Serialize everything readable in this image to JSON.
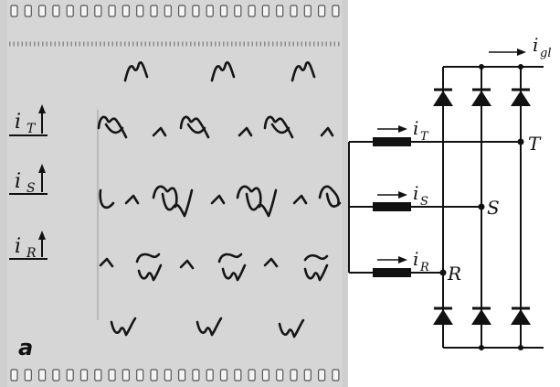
{
  "film": {
    "panel_label": "a",
    "traces": [
      {
        "main": "i",
        "sub": "T"
      },
      {
        "main": "i",
        "sub": "S"
      },
      {
        "main": "i",
        "sub": "R"
      }
    ]
  },
  "circuit": {
    "output_current": {
      "main": "i",
      "sub": "gl"
    },
    "phase_currents": [
      {
        "main": "i",
        "sub": "T"
      },
      {
        "main": "i",
        "sub": "S"
      },
      {
        "main": "i",
        "sub": "R"
      }
    ],
    "node_labels": [
      "T",
      "S",
      "R"
    ]
  }
}
